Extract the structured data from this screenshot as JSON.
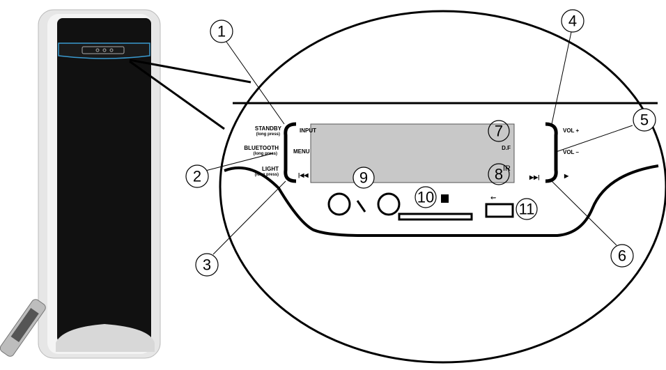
{
  "labels": {
    "standby": "STANDBY",
    "standby_note": "(long press)",
    "input": "INPUT",
    "bluetooth": "BLUETOOTH",
    "bluetooth_note": "(long press)",
    "menu": "MENU",
    "light": "LIGHT",
    "light_note": "(long press)",
    "prev": "|◀◀",
    "next": "▶▶|",
    "vol_up": "VOL +",
    "vol_down": "VOL –",
    "play": "▶",
    "display_small": "D.F",
    "ir": "IR"
  },
  "callouts": [
    "1",
    "2",
    "3",
    "4",
    "5",
    "6",
    "7",
    "8",
    "9",
    "10",
    "11"
  ]
}
